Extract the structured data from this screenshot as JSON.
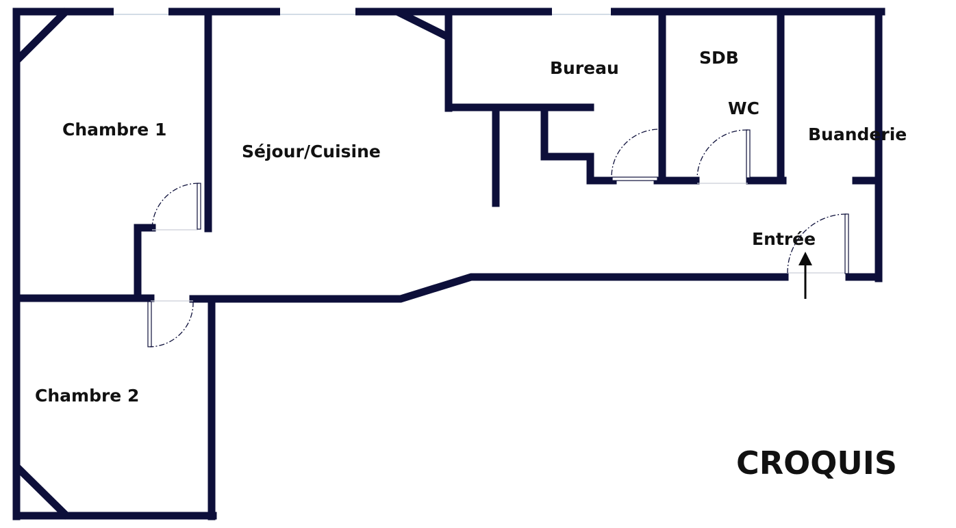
{
  "colors": {
    "wall": "#0d0f3a",
    "background": "#ffffff",
    "text": "#111111"
  },
  "rooms": {
    "chambre1": "Chambre 1",
    "chambre2": "Chambre 2",
    "sejour": "Séjour/Cuisine",
    "bureau": "Bureau",
    "sdb": "SDB",
    "wc": "WC",
    "buanderie": "Buanderie",
    "entree": "Entrée"
  },
  "title": "CROQUIS",
  "icons": {
    "entrance": "arrow-up-icon"
  }
}
